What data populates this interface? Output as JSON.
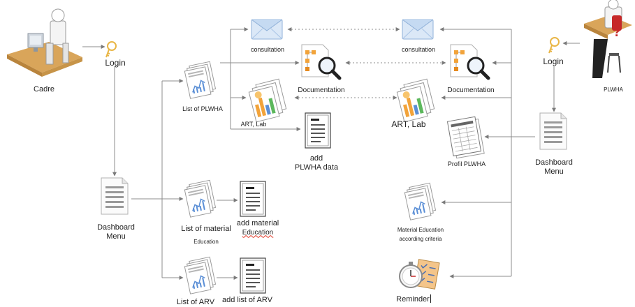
{
  "left": {
    "actor": "Cadre",
    "login": "Login",
    "dashboard_line1": "Dashboard",
    "dashboard_line2": "Menu",
    "list_plwha": "List of PLWHA",
    "consultation": "consultation",
    "documentation": "Documentation",
    "art_lab": "ART, Lab",
    "add_plwha_line1": "add",
    "add_plwha_line2": "PLWHA data",
    "list_material_line1": "List of material",
    "list_material_line2": "Education",
    "add_material_line1": "add material",
    "add_material_line2": "Education",
    "list_arv": "List of ARV",
    "add_list_arv": "add list of ARV"
  },
  "right": {
    "actor": "PLWHA",
    "login": "Login",
    "dashboard_line1": "Dashboard",
    "dashboard_line2": "Menu",
    "consultation": "consultation",
    "documentation": "Documentation",
    "art_lab": "ART, Lab",
    "profil": "Profil PLWHA",
    "material_line1": "Material Education",
    "material_line2": "according criteria",
    "reminder": "Reminder"
  },
  "colors": {
    "line": "#8c8c8c",
    "page_line": "#9a9a9a",
    "envelope": "#b9d3ef",
    "desk": "#d9a55a",
    "chart_orange": "#f2a33a",
    "chart_blue": "#5b8fd6",
    "chart_green": "#5cb85c",
    "alert_red": "#c62828"
  },
  "icons": [
    "person-at-desk-icon",
    "key-icon",
    "document-icon",
    "document-stack-icon",
    "envelope-icon",
    "magnifier-flowchart-icon",
    "chart-documents-icon",
    "form-document-icon",
    "spreadsheet-document-icon",
    "stopwatch-checklist-icon",
    "confused-person-icon"
  ]
}
